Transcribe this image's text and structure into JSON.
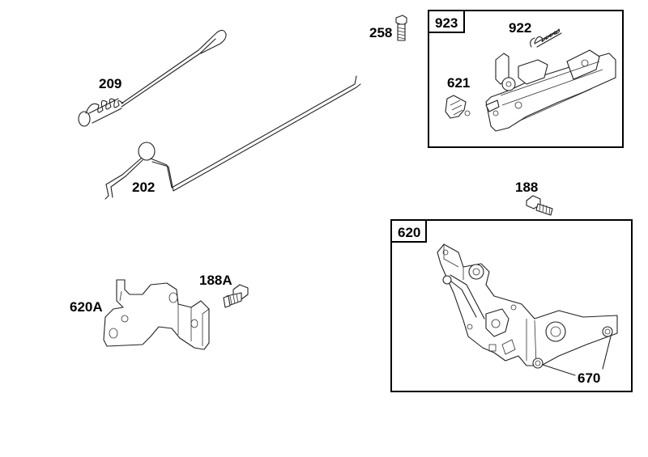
{
  "diagram": {
    "labels": {
      "p209": "209",
      "p202": "202",
      "p258": "258",
      "p923": "923",
      "p922": "922",
      "p621": "621",
      "p188": "188",
      "p620": "620",
      "p670": "670",
      "p620A": "620A",
      "p188A": "188A"
    }
  }
}
